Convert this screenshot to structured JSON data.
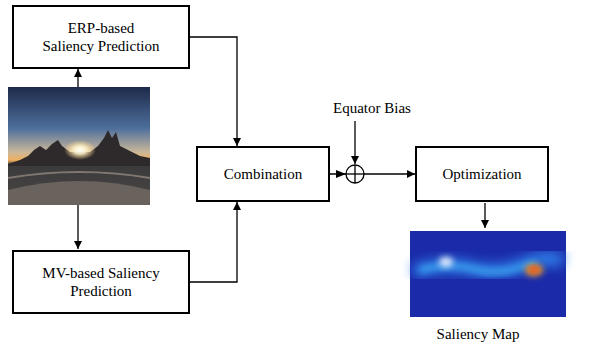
{
  "diagram": {
    "nodes": [
      {
        "text": [
          "ERP-based Saliency Prediction"
        ]
      },
      {
        "text": [
          "Combination"
        ]
      },
      {
        "text": [
          "MV-based Saliency Prediction"
        ]
      },
      {
        "text": [
          "Optimization"
        ]
      }
    ],
    "edges": [
      {
        "from": 0,
        "to": 1,
        "arrow": "to"
      },
      {
        "from": 2,
        "to": 1,
        "arrow": "to"
      },
      {
        "from": 1,
        "to": 3,
        "arrow": "to"
      }
    ],
    "labels": [
      "Equator Bias",
      "Saliency Map"
    ]
  }
}
